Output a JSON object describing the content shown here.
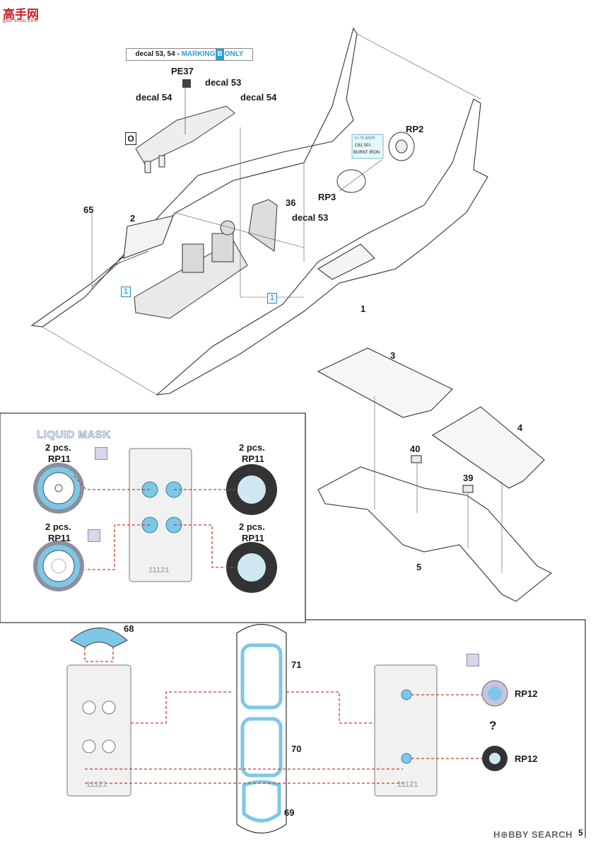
{
  "watermark": {
    "text": "高手网",
    "sub": "gao-shou.com"
  },
  "header_note": {
    "prefix": "decal 53, 54 - ",
    "marking": "MARKING",
    "letter": "B",
    "suffix": "ONLY"
  },
  "upper": {
    "open_symbol": "O",
    "parts": {
      "pe37": "PE37",
      "decal53_a": "decal 53",
      "decal54_a": "decal 54",
      "decal54_b": "decal 54",
      "p65": "65",
      "p2": "2",
      "rp2": "RP2",
      "rp3": "RP3",
      "p36": "36",
      "decal53_b": "decal 53",
      "p1": "1",
      "box1_a": "1",
      "box1_b": "1",
      "paint_note_1": "H-76 MMR",
      "paint_note_2": "C61  001",
      "paint_note_3": "BURNT IRON"
    }
  },
  "wing": {
    "p3": "3",
    "p4": "4",
    "p40": "40",
    "p39": "39",
    "p5": "5"
  },
  "liquid_mask": {
    "title": "LIQUID MASK",
    "left_top": {
      "qty": "2 pcs.",
      "part": "RP11"
    },
    "left_bottom": {
      "qty": "2 pcs.",
      "part": "RP11"
    },
    "right_top": {
      "qty": "2 pcs.",
      "part": "RP11"
    },
    "right_bottom": {
      "qty": "2 pcs.",
      "part": "RP11"
    },
    "sheet_number": "11121"
  },
  "canopy": {
    "p68": "68",
    "p71": "71",
    "p70": "70",
    "p69": "69",
    "sheet_left": "11121",
    "sheet_right": "11121"
  },
  "rp12": {
    "top": "RP12",
    "bottom": "RP12",
    "question": "?"
  },
  "footer": {
    "brand": "H⊕BBY SEARCH",
    "page": "5"
  },
  "colors": {
    "mask_blue": "#7cc8e6",
    "dash_red": "#d9342b",
    "swatch": "#dcd3ec",
    "tire_dark": "#333333",
    "tire_grey": "#8c8fa0"
  }
}
